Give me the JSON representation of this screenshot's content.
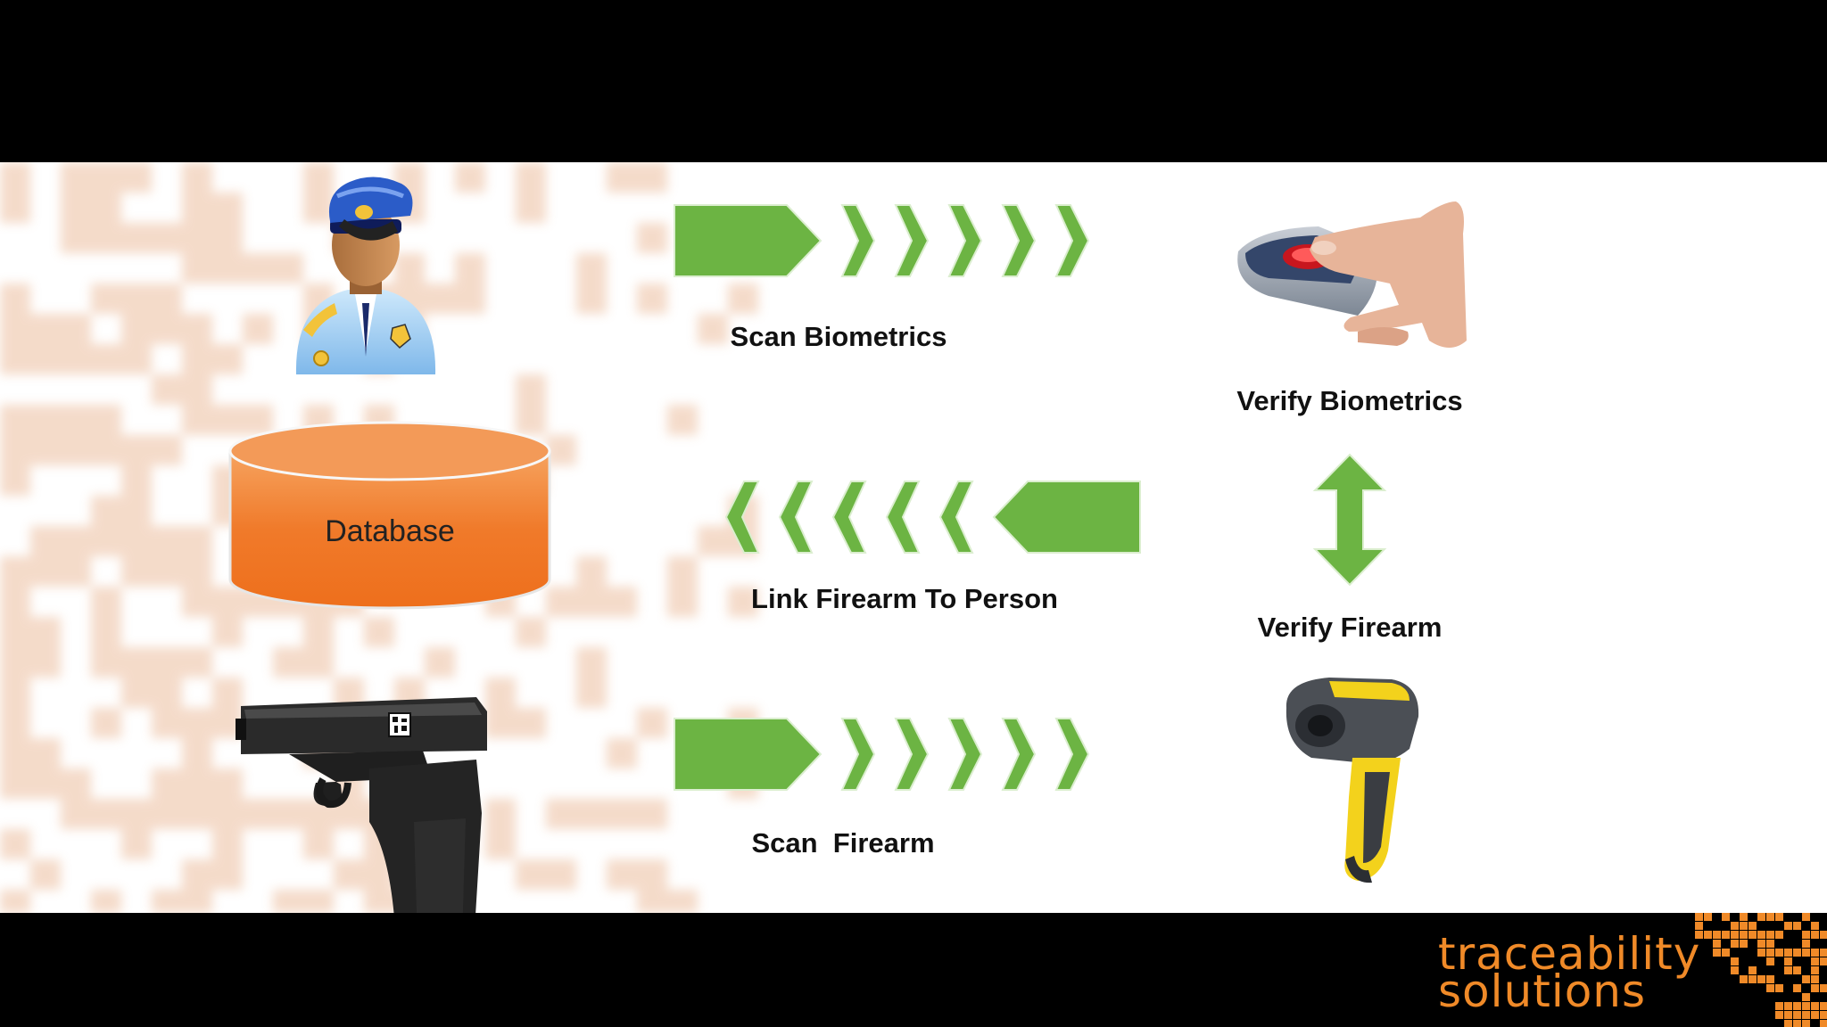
{
  "diagram": {
    "database_label": "Database",
    "labels": {
      "scan_biometrics": "Scan Biometrics",
      "verify_biometrics": "Verify Biometrics",
      "link_firearm": "Link Firearm To Person",
      "verify_firearm": "Verify Firearm",
      "scan_firearm": "Scan  Firearm"
    },
    "icons": {
      "officer": "police-officer-icon",
      "database": "database-cylinder-icon",
      "pistol": "pistol-icon",
      "fingerprint_scanner": "fingerprint-scanner-icon",
      "barcode_scanner": "barcode-scanner-icon"
    }
  },
  "brand": {
    "line1": "traceability",
    "line2": "solutions"
  },
  "colors": {
    "arrow_green": "#6cb443",
    "database_orange": "#f07a2a",
    "brand_orange": "#f08a28",
    "pattern_peach": "#e8b08a"
  }
}
